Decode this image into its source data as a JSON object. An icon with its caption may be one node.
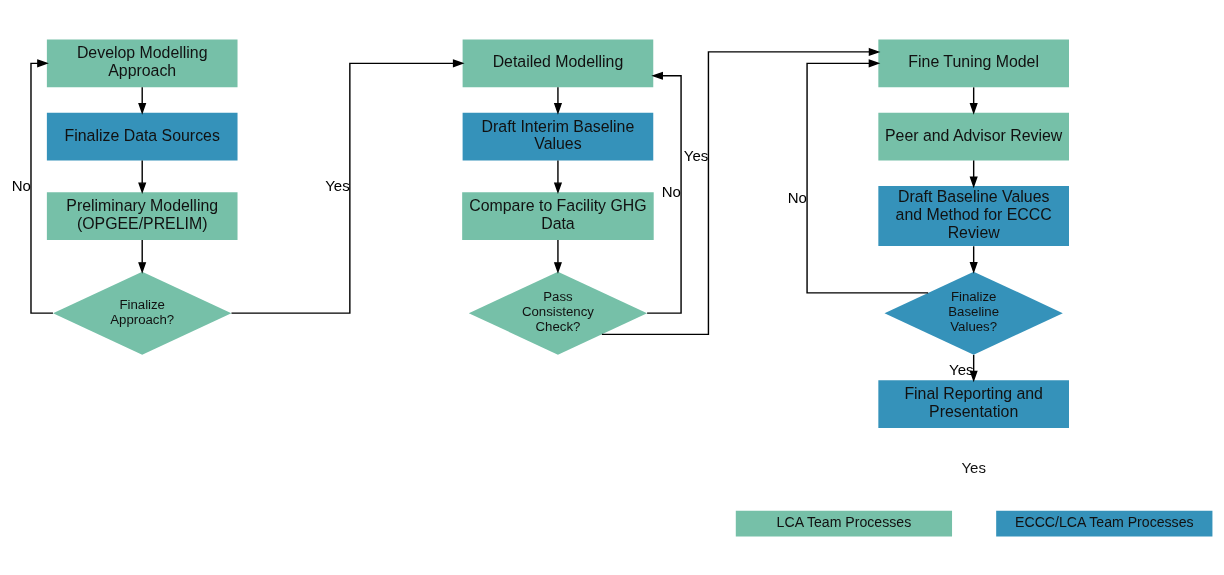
{
  "diagram": {
    "nodes": [
      {
        "text": [
          "Develop Modelling Approach"
        ]
      },
      {
        "text": [
          "Finalize Data Sources"
        ]
      },
      {
        "text": [
          "Preliminary Modelling (OPGEE/PRELIM)"
        ]
      },
      {
        "text": [
          "Finalize Approach?"
        ]
      },
      {
        "text": [
          "Detailed Modelling"
        ]
      },
      {
        "text": [
          "Draft Interim Baseline Values"
        ]
      },
      {
        "text": [
          "Compare to Facility GHG Data"
        ]
      },
      {
        "text": [
          "Pass Consistency Check?"
        ]
      },
      {
        "text": [
          "Fine Tuning Model"
        ]
      },
      {
        "text": [
          "Peer and Advisor Review"
        ]
      },
      {
        "text": [
          "Draft Baseline Values and Method for ECCC Review"
        ]
      },
      {
        "text": [
          "Finalize Baseline Values?"
        ]
      },
      {
        "text": [
          "Final Reporting and Presentation"
        ]
      }
    ],
    "edges": [
      {
        "from": 0,
        "to": 1,
        "arrow": "to"
      },
      {
        "from": 1,
        "to": 2,
        "arrow": "to"
      },
      {
        "from": 2,
        "to": 3,
        "arrow": "to"
      },
      {
        "from": 3,
        "to": 0,
        "arrow": "to",
        "label": "No"
      },
      {
        "from": 3,
        "to": 4,
        "arrow": "to",
        "label": "Yes"
      },
      {
        "from": 4,
        "to": 5,
        "arrow": "to"
      },
      {
        "from": 5,
        "to": 6,
        "arrow": "to"
      },
      {
        "from": 6,
        "to": 7,
        "arrow": "to"
      },
      {
        "from": 7,
        "to": 4,
        "arrow": "to",
        "label": "No"
      },
      {
        "from": 7,
        "to": 8,
        "arrow": "to",
        "label": "Yes"
      },
      {
        "from": 8,
        "to": 9,
        "arrow": "to"
      },
      {
        "from": 9,
        "to": 10,
        "arrow": "to"
      },
      {
        "from": 10,
        "to": 11,
        "arrow": "to"
      },
      {
        "from": 11,
        "to": 8,
        "arrow": "to",
        "label": "No"
      },
      {
        "from": 11,
        "to": 12,
        "arrow": "to",
        "label": "Yes"
      }
    ],
    "labels": [
      "Yes"
    ],
    "legend": [
      {
        "text": "LCA Team Processes",
        "color": "#76c0a8"
      },
      {
        "text": "ECCC/LCA Team Processes",
        "color": "#3592ba"
      }
    ]
  }
}
